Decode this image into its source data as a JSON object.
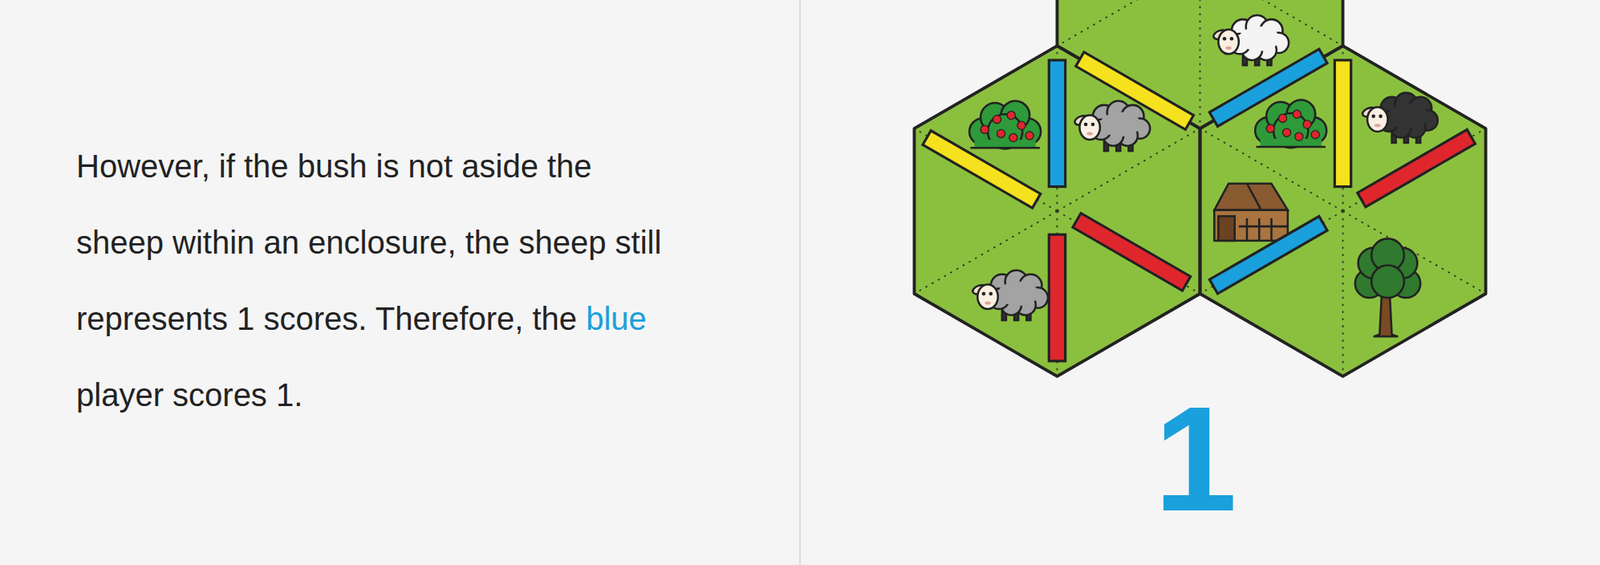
{
  "diagram": {
    "labels": [
      "However, if the bush is not aside the sheep within an enclosure, the sheep still represents 1 scores. Therefore, the",
      "blue",
      "player scores 1.",
      "1"
    ]
  }
}
